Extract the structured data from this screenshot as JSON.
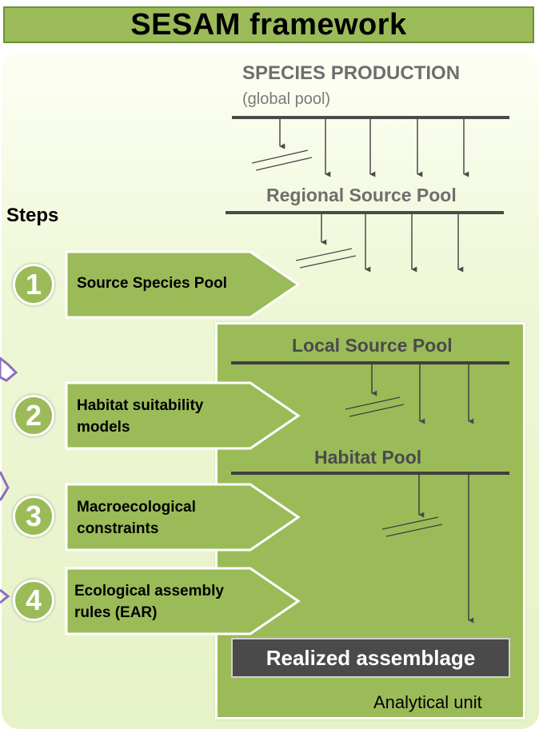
{
  "title": "SESAM framework",
  "species_production": {
    "title": "SPECIES PRODUCTION",
    "subtitle": "(global pool)"
  },
  "pools": {
    "regional": "Regional Source Pool",
    "local": "Local Source Pool",
    "habitat": "Habitat Pool"
  },
  "steps_heading": "Steps",
  "steps": [
    {
      "number": "1",
      "label_line1": "Source Species Pool",
      "label_line2": ""
    },
    {
      "number": "2",
      "label_line1": "Habitat suitability",
      "label_line2": "models"
    },
    {
      "number": "3",
      "label_line1": "Macroecological",
      "label_line2": "constraints"
    },
    {
      "number": "4",
      "label_line1": "Ecological assembly",
      "label_line2": "rules (EAR)"
    }
  ],
  "realized": "Realized assemblage",
  "analytical_unit": "Analytical unit",
  "colors": {
    "green": "#9bbb59",
    "dark_green": "#6f8f3a",
    "dark_gray": "#4a4a4a",
    "purple": "#8e6bbf"
  }
}
